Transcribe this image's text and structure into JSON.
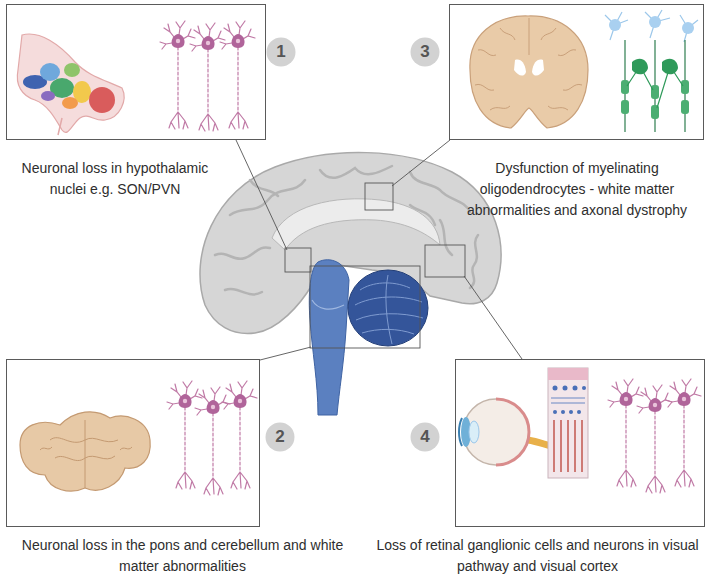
{
  "diagram": {
    "nodes": [
      {
        "text": [
          "Neuronal loss in hypothalamic nuclei e.g. SON/PVN"
        ]
      },
      {
        "text": [
          "1"
        ]
      },
      {
        "text": [
          "3"
        ]
      },
      {
        "text": [
          "Dysfunction of myelinating oligodendrocytes - white matter abnormalities and axonal dystrophy"
        ]
      },
      {
        "text": [
          "Neuronal loss in the pons and cerebellum and white matter abnormalities"
        ]
      },
      {
        "text": [
          "2"
        ]
      },
      {
        "text": [
          "4"
        ]
      },
      {
        "text": [
          "Loss of retinal ganglionic cells and neurons in visual pathway and visual cortex"
        ]
      }
    ]
  }
}
